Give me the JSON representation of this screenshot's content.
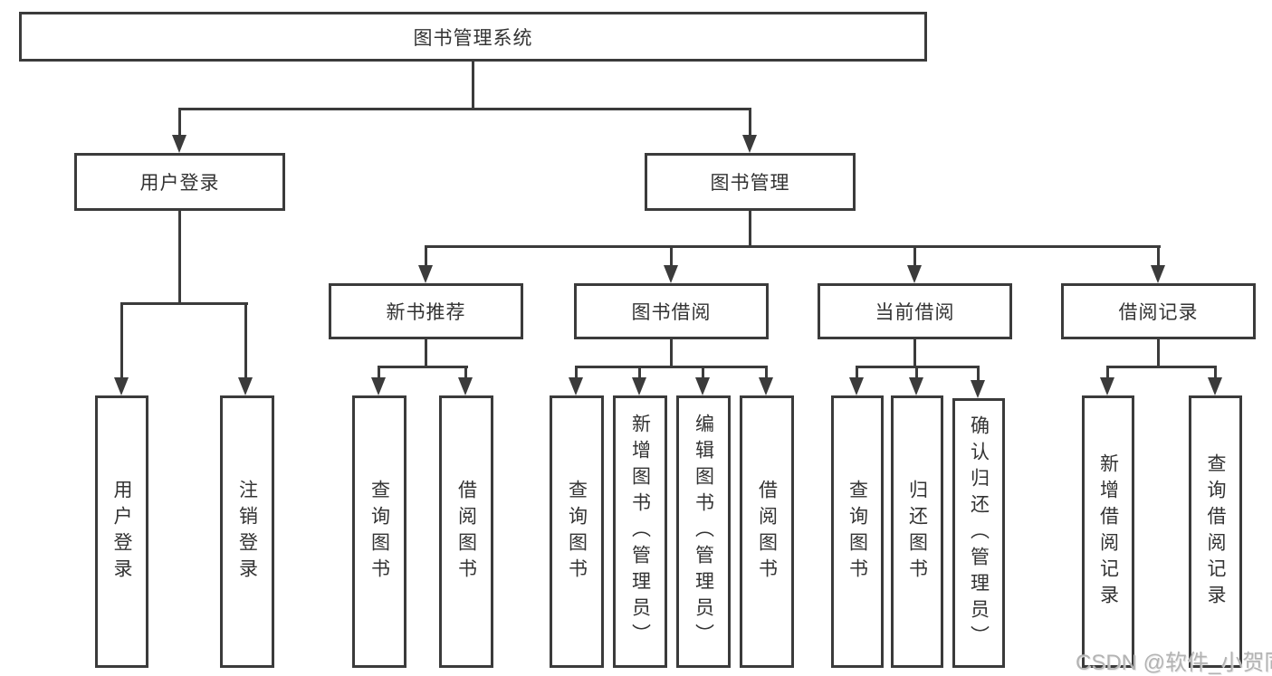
{
  "diagram": {
    "root": {
      "label": "图书管理系统"
    },
    "level2": [
      {
        "label": "用户登录"
      },
      {
        "label": "图书管理"
      }
    ],
    "level3": [
      {
        "label": "新书推荐"
      },
      {
        "label": "图书借阅"
      },
      {
        "label": "当前借阅"
      },
      {
        "label": "借阅记录"
      }
    ],
    "children": {
      "user_login": [
        "用户登录",
        "注销登录"
      ],
      "new_book_recommendation": [
        "查询图书",
        "借阅图书"
      ],
      "book_borrowing": [
        "查询图书",
        "新增图书（管理员）",
        "编辑图书（管理员）",
        "借阅图书"
      ],
      "current_borrowing": [
        "查询图书",
        "归还图书",
        "确认归还（管理员）"
      ],
      "borrowing_records": [
        "新增借阅记录",
        "查询借阅记录"
      ]
    }
  },
  "watermark": {
    "text": "CSDN @软件_小贺同学"
  },
  "colors": {
    "line": "#3b3b3b",
    "text": "#333333",
    "background": "#ffffff",
    "watermark": "#b3b3b3"
  }
}
